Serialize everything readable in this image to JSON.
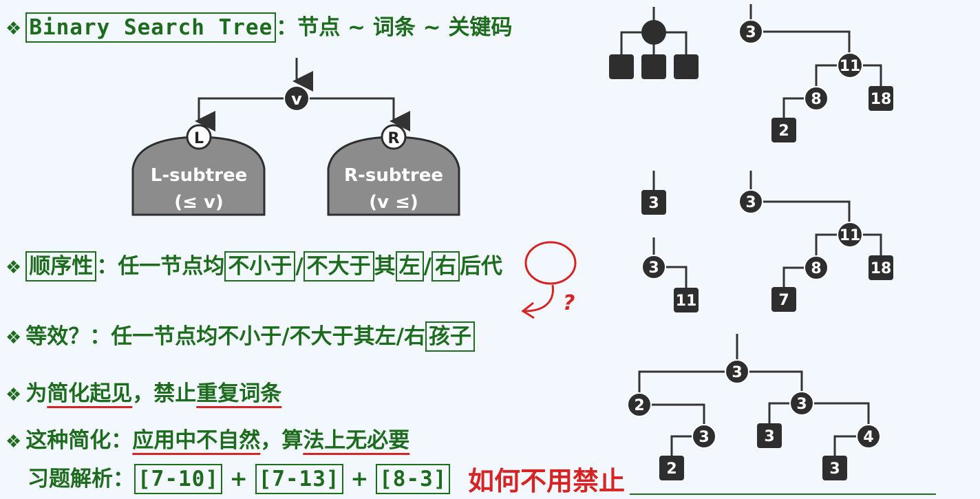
{
  "bullet_glyph": "❖",
  "line1": {
    "term": "Binary Search Tree",
    "sep": "：",
    "rest": "节点 ~ 词条 ~ 关键码"
  },
  "bst_diagram": {
    "root": "v",
    "left_badge": "L",
    "right_badge": "R",
    "left_title": "L-subtree",
    "left_cond": "(≤ v)",
    "right_title": "R-subtree",
    "right_cond": "(v ≤)"
  },
  "line2": {
    "term": "顺序性",
    "sep": "：",
    "t1": "任一节点均",
    "b1": "不小于",
    "s1": "/",
    "b2": "不大于",
    "t2": "其",
    "b3": "左",
    "s2": "/",
    "b4": "右",
    "b5": "后代"
  },
  "line3": {
    "t1": "等效？：任一节点均不小于/不大于其左/右",
    "b1": "孩子"
  },
  "line4": {
    "t1": "为",
    "u1": "简化起见",
    "t2": "，禁止",
    "u2": "重复词条"
  },
  "line5": {
    "t1": "这种简化：",
    "u1": "应用中不自然",
    "t2": "，算",
    "u2": "法上无必要"
  },
  "line6": {
    "t1": "习题解析：",
    "ex1": "[7-10]",
    "plus1": "+",
    "ex2": "[7-13]",
    "plus2": "+",
    "ex3": "[8-3]"
  },
  "annotations": {
    "question": "?",
    "handwritten": "如何不用禁止"
  },
  "colors": {
    "accent_green": "#1d6b1d",
    "node_dark": "#2e2e2e",
    "subtree_gray": "#8c8c8c",
    "ink_red": "#d62424"
  },
  "examples": {
    "tree1": {
      "root": "3",
      "right": "11",
      "right_left": "8",
      "right_right": "18",
      "leaf": "2"
    },
    "tree2": {
      "single": "3"
    },
    "tree3": {
      "root": "3",
      "child": "11"
    },
    "tree4": {
      "root": "3",
      "right": "11",
      "right_left": "8",
      "right_right": "18",
      "leaf": "7"
    },
    "tree5": {
      "root": "3",
      "left": "2",
      "left_right": "3",
      "left_right_left": "2",
      "right": "3",
      "right_left": "3",
      "right_right": "4",
      "right_right_left": "3"
    }
  }
}
